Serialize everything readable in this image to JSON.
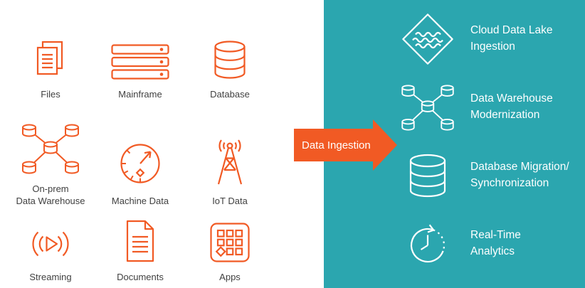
{
  "colors": {
    "accent_orange": "#f15a24",
    "panel_teal": "#2ba6af",
    "source_label": "#404040",
    "dest_label": "#ffffff"
  },
  "arrow": {
    "label": "Data Ingestion"
  },
  "sources": {
    "items": [
      {
        "label": "Files",
        "icon": "files-icon"
      },
      {
        "label": "Mainframe",
        "icon": "mainframe-icon"
      },
      {
        "label": "Database",
        "icon": "database-icon"
      },
      {
        "label": "On-prem\nData Warehouse",
        "icon": "on-prem-data-warehouse-icon"
      },
      {
        "label": "Machine Data",
        "icon": "machine-data-icon"
      },
      {
        "label": "IoT Data",
        "icon": "iot-data-icon"
      },
      {
        "label": "Streaming",
        "icon": "streaming-icon"
      },
      {
        "label": "Documents",
        "icon": "documents-icon"
      },
      {
        "label": "Apps",
        "icon": "apps-icon"
      }
    ]
  },
  "destinations": {
    "items": [
      {
        "label": "Cloud Data Lake\nIngestion",
        "icon": "cloud-data-lake-icon"
      },
      {
        "label": "Data Warehouse\nModernization",
        "icon": "data-warehouse-modernization-icon"
      },
      {
        "label": "Database Migration/\nSynchronization",
        "icon": "database-migration-icon"
      },
      {
        "label": "Real-Time\nAnalytics",
        "icon": "real-time-analytics-icon"
      }
    ]
  }
}
